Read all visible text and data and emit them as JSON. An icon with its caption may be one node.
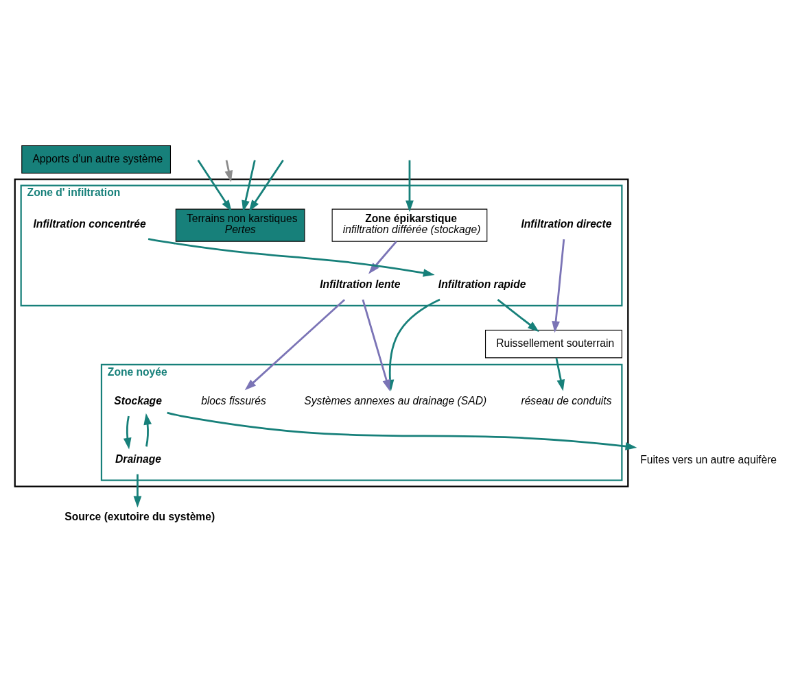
{
  "diagram": {
    "nodes": [
      {
        "text": [
          "Apports d'un autre système"
        ]
      },
      {
        "text": [],
        "shape": "box"
      },
      {
        "text": [
          "Zone d' infiltration"
        ],
        "in": 1
      },
      {
        "text": [
          "Terrains non karstiques",
          "Pertes"
        ],
        "in": 2
      },
      {
        "text": [
          "Zone épikarstique",
          "infiltration différée (stockage)"
        ],
        "in": 2
      },
      {
        "text": [
          "Infiltration directe"
        ],
        "in": 2
      },
      {
        "text": [
          "Infiltration concentrée"
        ],
        "in": 2
      },
      {
        "text": [
          "Infiltration rapide"
        ],
        "in": 2
      },
      {
        "text": [
          "Infiltration lente"
        ],
        "in": 2
      },
      {
        "text": [
          "Ruissellement souterrain"
        ],
        "in": 1
      },
      {
        "text": [
          "Zone noyée"
        ],
        "in": 1
      },
      {
        "text": [
          "Systèmes annexes au drainage (SAD)"
        ],
        "in": 10
      },
      {
        "text": [
          "réseau de conduits"
        ],
        "in": 10
      },
      {
        "text": [
          "blocs fissurés"
        ],
        "in": 10
      },
      {
        "text": [
          "Stockage"
        ],
        "in": 10
      },
      {
        "text": [
          "Drainage"
        ],
        "in": 10
      },
      {
        "text": [
          "Source (exutoire du système)"
        ]
      },
      {
        "text": [
          "Fuites vers un autre aquifère"
        ]
      }
    ],
    "edges": [
      {
        "from": null,
        "to": 3,
        "arrow": "to"
      },
      {
        "from": null,
        "to": 3,
        "arrow": "to"
      },
      {
        "from": null,
        "to": 3,
        "arrow": "to"
      },
      {
        "from": null,
        "to": 4,
        "arrow": "to"
      },
      {
        "from": 5,
        "to": 9,
        "arrow": "to",
        "color": "#7b74b6"
      },
      {
        "from": 6,
        "to": 7,
        "arrow": "to"
      },
      {
        "from": 7,
        "to": 9,
        "arrow": "to"
      },
      {
        "from": 7,
        "to": 11,
        "arrow": "to"
      },
      {
        "from": 4,
        "to": 8,
        "arrow": "to",
        "color": "#7b74b6"
      },
      {
        "from": 8,
        "to": 11,
        "arrow": "to",
        "color": "#7b74b6"
      },
      {
        "from": 8,
        "to": 13,
        "arrow": "to",
        "color": "#7b74b6"
      },
      {
        "from": 9,
        "to": 12,
        "arrow": "to"
      },
      {
        "from": 15,
        "to": 14,
        "arrow": "to"
      },
      {
        "from": 14,
        "to": 15,
        "arrow": "to"
      },
      {
        "from": 15,
        "to": 16,
        "arrow": "to"
      },
      {
        "from": 14,
        "to": 17,
        "arrow": "to"
      },
      {
        "from": null,
        "to": 1,
        "arrow": "to",
        "color": "#8c8c8c"
      }
    ]
  }
}
